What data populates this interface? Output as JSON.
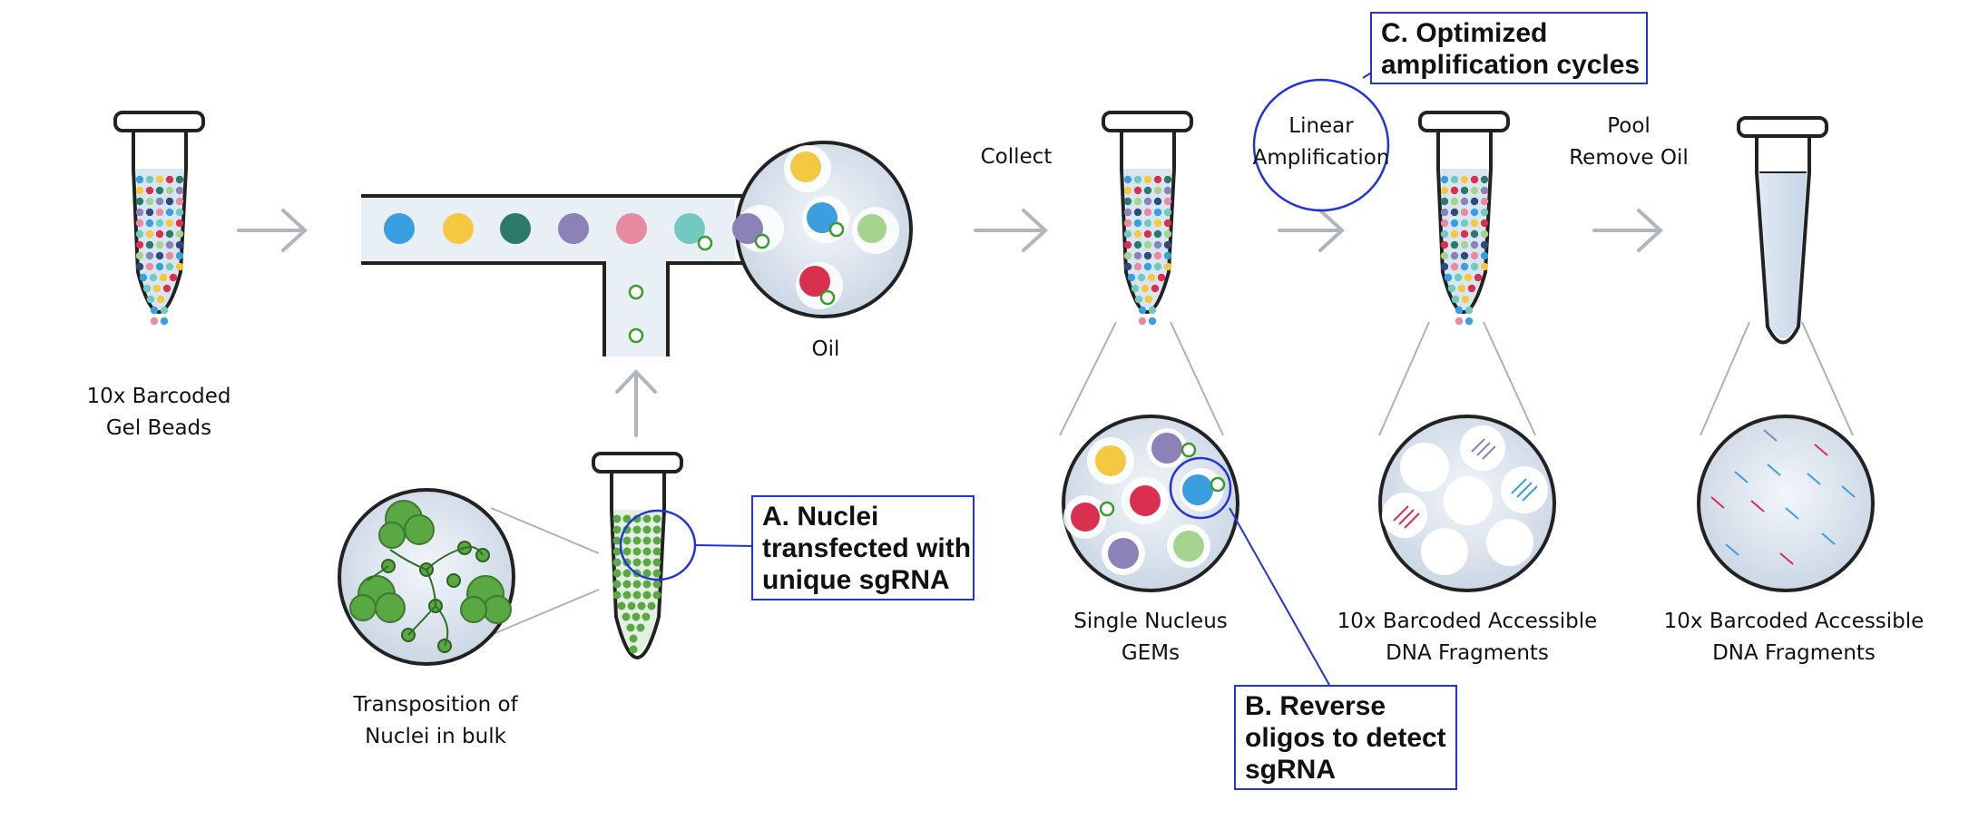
{
  "labels": {
    "gel_beads": [
      "10x Barcoded",
      "Gel Beads"
    ],
    "transposition": [
      "Transposition of",
      "Nuclei in bulk"
    ],
    "oil": "Oil",
    "collect": "Collect",
    "linear_amp": [
      "Linear",
      "Amplification"
    ],
    "pool": [
      "Pool",
      "Remove Oil"
    ],
    "gems": [
      "Single Nucleus",
      "GEMs"
    ],
    "fragments_1": [
      "10x Barcoded Accessible",
      "DNA Fragments"
    ],
    "fragments_2": [
      "10x Barcoded Accessible",
      "DNA Fragments"
    ]
  },
  "callouts": {
    "a": [
      "A. Nuclei",
      "transfected with",
      "unique sgRNA"
    ],
    "b": [
      "B. Reverse",
      "oligos to detect",
      "sgRNA"
    ],
    "c": [
      "C. Optimized",
      "amplification cycles"
    ]
  },
  "colors": {
    "bead_blue": "#3a9fde",
    "bead_yellow": "#f5c842",
    "bead_teal": "#2b7a6b",
    "bead_purple": "#8c82b8",
    "bead_pink": "#e88aa0",
    "bead_aqua": "#72c9c0",
    "bead_red": "#d9304f",
    "bead_green": "#a6d38d",
    "nucleus_green": "#5aa844",
    "channel_fill": "#e8f0f6",
    "arrow_gray": "#b0b6bc",
    "callout_blue": "#2233dd"
  }
}
